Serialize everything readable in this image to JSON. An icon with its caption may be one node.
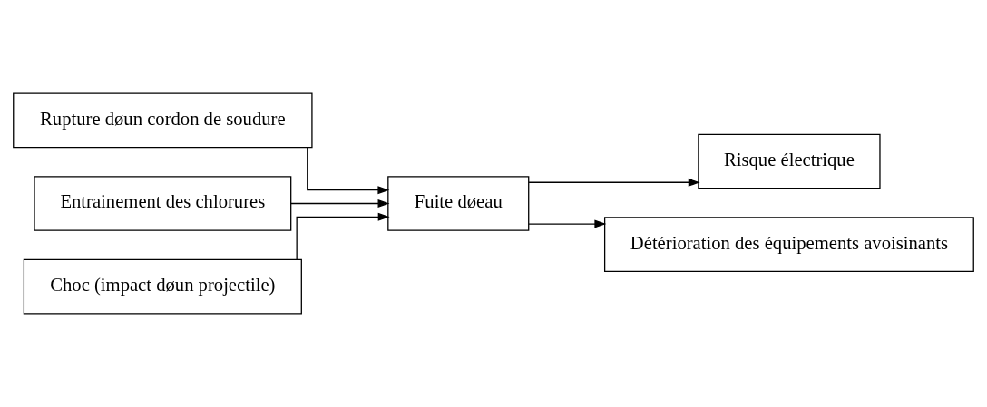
{
  "diagram": {
    "nodes": [
      {
        "text": [
          "Rupture døun cordon de soudure"
        ]
      },
      {
        "text": [
          "Entrainement des chlorures"
        ]
      },
      {
        "text": [
          "Choc (impact døun projectile)"
        ]
      },
      {
        "text": [
          "Fuite døeau"
        ]
      },
      {
        "text": [
          "Risque électrique"
        ]
      },
      {
        "text": [
          "Détérioration des équipements avoisinants"
        ]
      }
    ],
    "edges": [
      {
        "from": 0,
        "to": 3,
        "arrow": "to"
      },
      {
        "from": 1,
        "to": 3,
        "arrow": "to"
      },
      {
        "from": 2,
        "to": 3,
        "arrow": "to"
      },
      {
        "from": 3,
        "to": 4,
        "arrow": "to"
      },
      {
        "from": 3,
        "to": 5,
        "arrow": "to"
      }
    ]
  }
}
